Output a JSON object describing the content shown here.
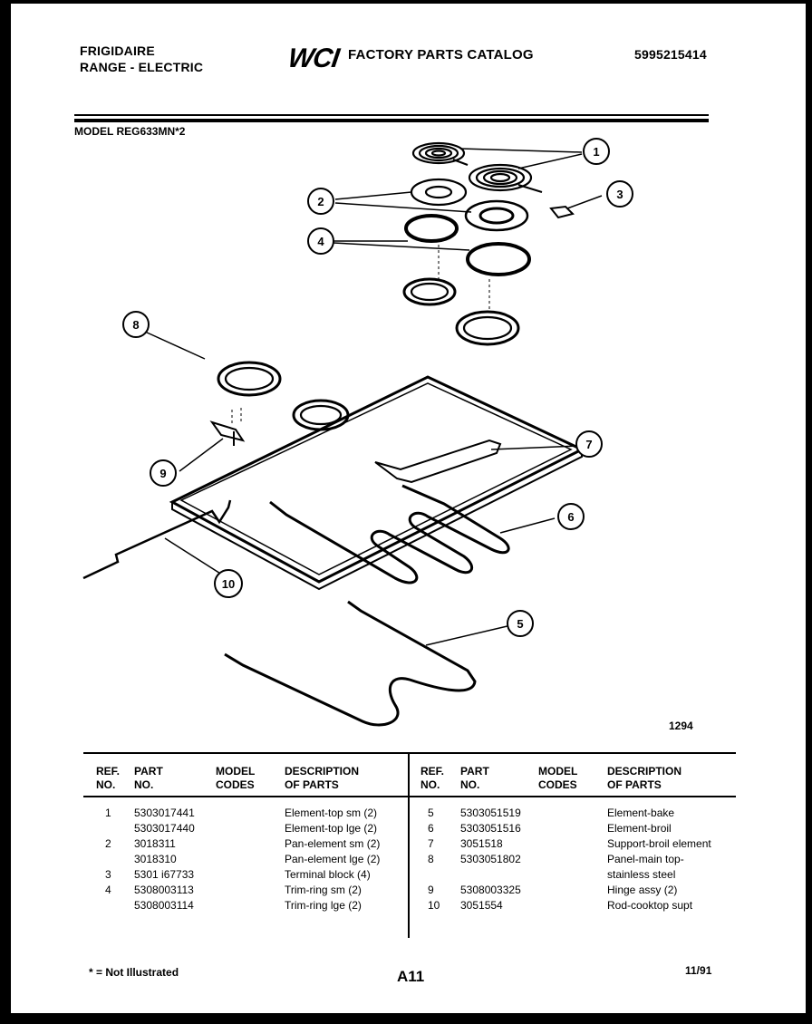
{
  "header": {
    "brand": "FRIGIDAIRE",
    "product": "RANGE - ELECTRIC",
    "logo": "WCI",
    "catalog_title": "FACTORY PARTS CATALOG",
    "doc_number": "5995215414",
    "model": "MODEL REG633MN*2"
  },
  "diagram": {
    "callouts": [
      "1",
      "2",
      "3",
      "4",
      "5",
      "6",
      "7",
      "8",
      "9",
      "10"
    ],
    "code": "1294"
  },
  "table": {
    "headers": {
      "ref_line1": "REF.",
      "ref_line2": "NO.",
      "part_line1": "PART",
      "part_line2": "NO.",
      "model_line1": "MODEL",
      "model_line2": "CODES",
      "desc_line1": "DESCRIPTION",
      "desc_line2": "OF PARTS"
    },
    "left_rows": [
      {
        "ref": "1",
        "part": "5303017441",
        "model": "",
        "desc": "Element-top sm (2)"
      },
      {
        "ref": "",
        "part": "5303017440",
        "model": "",
        "desc": "Element-top lge (2)"
      },
      {
        "ref": "2",
        "part": "3018311",
        "model": "",
        "desc": "Pan-element sm (2)"
      },
      {
        "ref": "",
        "part": "3018310",
        "model": "",
        "desc": "Pan-element lge (2)"
      },
      {
        "ref": "3",
        "part": "5301 i67733",
        "model": "",
        "desc": "Terminal block (4)"
      },
      {
        "ref": "4",
        "part": "5308003113",
        "model": "",
        "desc": "Trim-ring sm (2)"
      },
      {
        "ref": "",
        "part": "5308003114",
        "model": "",
        "desc": "Trim-ring lge (2)"
      }
    ],
    "right_rows": [
      {
        "ref": "5",
        "part": "5303051519",
        "model": "",
        "desc": "Element-bake"
      },
      {
        "ref": "6",
        "part": "5303051516",
        "model": "",
        "desc": "Element-broil"
      },
      {
        "ref": "7",
        "part": "3051518",
        "model": "",
        "desc": "Support-broil element"
      },
      {
        "ref": "8",
        "part": "5303051802",
        "model": "",
        "desc": "Panel-main top-"
      },
      {
        "ref": "",
        "part": "",
        "model": "",
        "desc": "stainless steel"
      },
      {
        "ref": "9",
        "part": "5308003325",
        "model": "",
        "desc": "Hinge assy (2)"
      },
      {
        "ref": "10",
        "part": "3051554",
        "model": "",
        "desc": "Rod-cooktop supt"
      }
    ]
  },
  "footer": {
    "note": "* = Not Illustrated",
    "page": "A11",
    "date": "11/91"
  }
}
